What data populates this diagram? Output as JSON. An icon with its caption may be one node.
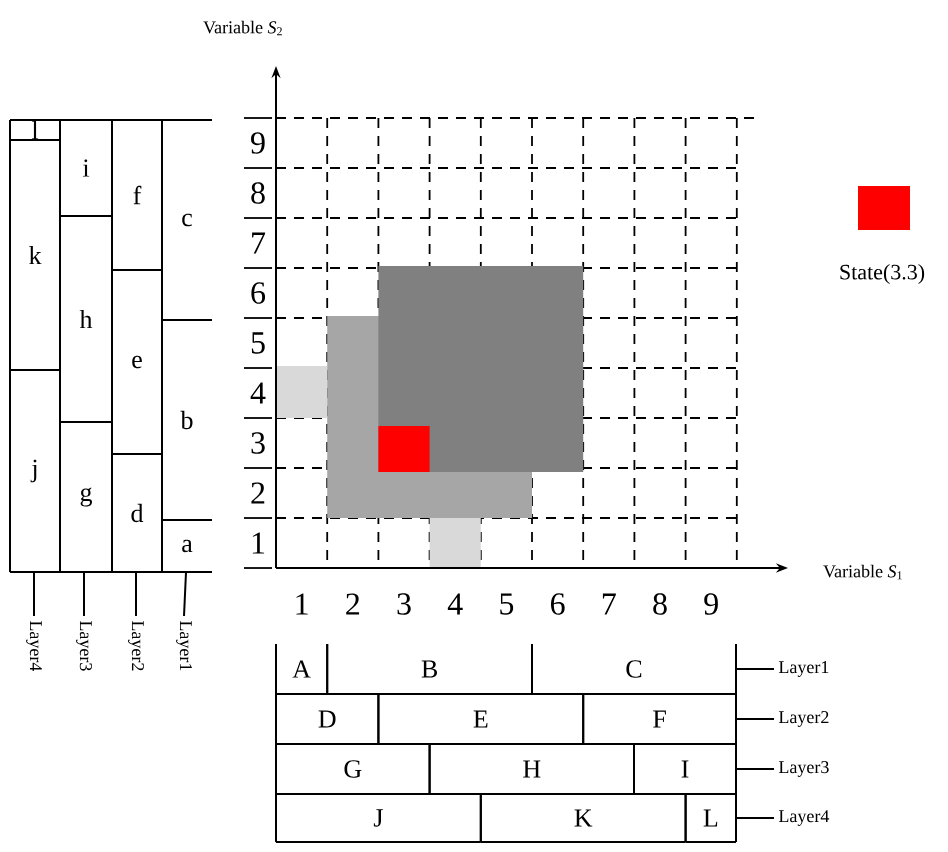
{
  "diagram": {
    "nodes": [
      {
        "text": [
          "l"
        ]
      },
      {
        "text": [
          "k"
        ]
      },
      {
        "text": [
          "j"
        ]
      },
      {
        "text": [
          "i"
        ]
      },
      {
        "text": [
          "h"
        ]
      },
      {
        "text": [
          "g"
        ]
      },
      {
        "text": [
          "f"
        ]
      },
      {
        "text": [
          "e"
        ]
      },
      {
        "text": [
          "d"
        ]
      },
      {
        "text": [
          "c"
        ]
      },
      {
        "text": [
          "b"
        ]
      },
      {
        "text": [
          "a"
        ]
      },
      {
        "text": [
          "Layer4"
        ]
      },
      {
        "text": [
          "Layer3"
        ]
      },
      {
        "text": [
          "Layer2"
        ]
      },
      {
        "text": [
          "Layer1"
        ]
      },
      {
        "text": [
          "A"
        ]
      },
      {
        "text": [
          "B"
        ]
      },
      {
        "text": [
          "C"
        ]
      },
      {
        "text": [
          "D"
        ]
      },
      {
        "text": [
          "E"
        ]
      },
      {
        "text": [
          "F"
        ]
      },
      {
        "text": [
          "G"
        ]
      },
      {
        "text": [
          "H"
        ]
      },
      {
        "text": [
          "I"
        ]
      },
      {
        "text": [
          "J"
        ]
      },
      {
        "text": [
          "K"
        ]
      },
      {
        "text": [
          "L"
        ]
      },
      {
        "text": [
          "Layer1"
        ]
      },
      {
        "text": [
          "Layer2"
        ]
      },
      {
        "text": [
          "Layer3"
        ]
      },
      {
        "text": [
          "Layer4"
        ]
      }
    ],
    "edges": [
      {
        "from": 12,
        "to": 2,
        "arrow": "none"
      },
      {
        "from": 13,
        "to": 5,
        "arrow": "none"
      },
      {
        "from": 14,
        "to": 8,
        "arrow": "none"
      },
      {
        "from": 15,
        "to": 11,
        "arrow": "none"
      },
      {
        "from": 28,
        "to": 18,
        "arrow": "none"
      },
      {
        "from": 29,
        "to": 21,
        "arrow": "none"
      },
      {
        "from": 30,
        "to": 24,
        "arrow": "none"
      },
      {
        "from": 31,
        "to": 27,
        "arrow": "none"
      }
    ],
    "labels": [
      "Variable *S*$_{2}$",
      "9",
      "8",
      "7",
      "6",
      "5",
      "4",
      "3",
      "2",
      "1",
      "Variable *S*$_{1}$",
      "1",
      "2",
      "3",
      "4",
      "5",
      "6",
      "7",
      "8",
      "9"
    ],
    "legend": [
      {
        "text": "State(3.3)",
        "color": "#ff0000"
      }
    ]
  }
}
